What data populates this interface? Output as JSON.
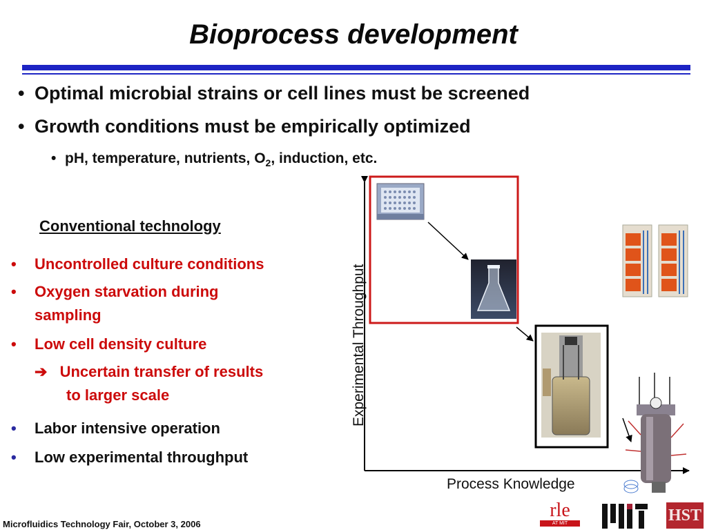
{
  "title": "Bioprocess development",
  "bullets": {
    "b1": "Optimal microbial strains or cell lines must be screened",
    "b2": "Growth conditions must be empirically optimized",
    "sub_prefix": "pH, temperature, nutrients, O",
    "sub_subscript": "2",
    "sub_suffix": ", induction, etc."
  },
  "conventional": {
    "heading": "Conventional technology",
    "items": [
      "Uncontrolled culture conditions",
      "Oxygen starvation during",
      "sampling",
      "Low cell density culture",
      "Uncertain transfer of results",
      "to larger scale",
      "Labor intensive operation",
      "Low experimental throughput"
    ],
    "arrow_glyph": "➔"
  },
  "diagram": {
    "y_axis_label": "Experimental Throughput",
    "x_axis_label": "Process Knowledge",
    "red_box_color": "#cc1a1a",
    "black_box_color": "#000000"
  },
  "footer": {
    "text": "Microfluidics Technology Fair, October 3, 2006",
    "logo_rle": "rle",
    "logo_rle_sub": "AT MIT",
    "logo_mit": "MIT",
    "logo_hst": "HST"
  },
  "colors": {
    "rule_blue": "#1d24c4",
    "red_text": "#cc0a0a",
    "hst_red": "#b3262e"
  }
}
